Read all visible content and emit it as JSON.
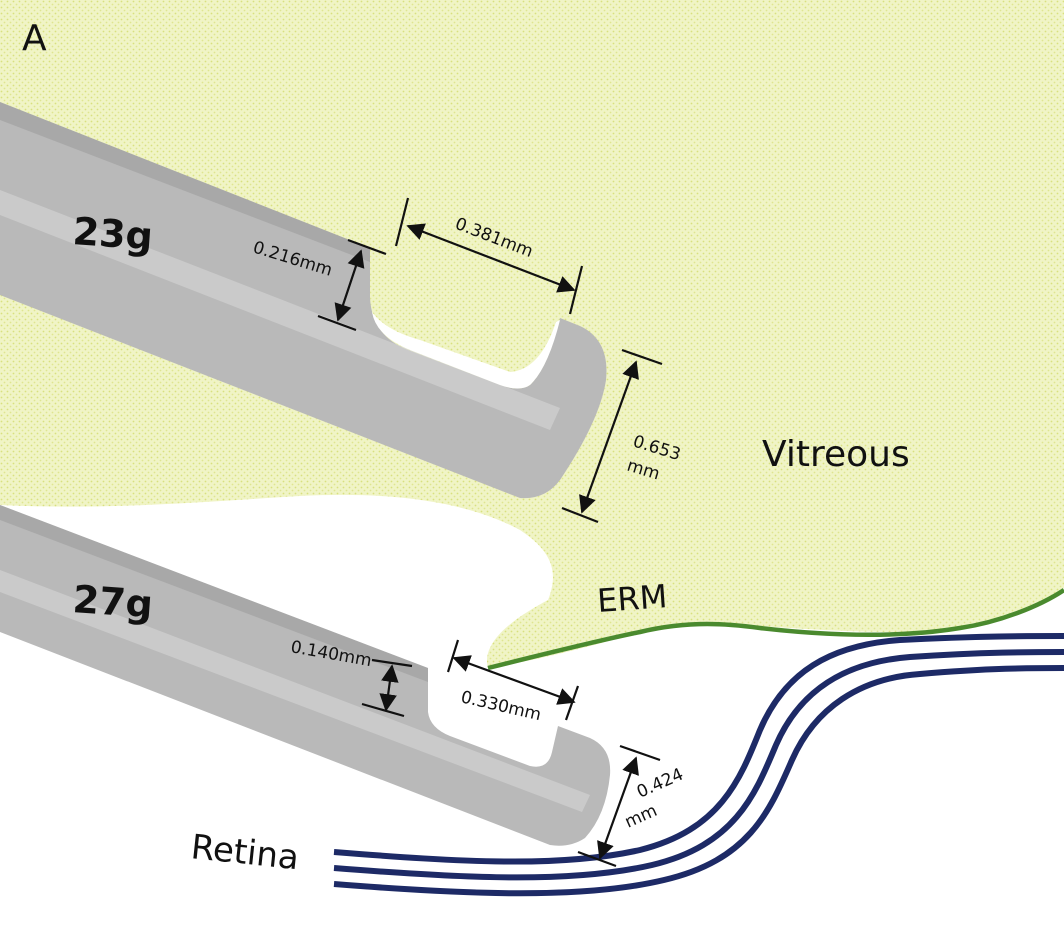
{
  "panel_label": "A",
  "probes": [
    {
      "gauge": "23g",
      "port_depth": "0.216mm",
      "port_width": "0.381mm",
      "tip_diameter_line1": "0.653",
      "tip_diameter_line2": "mm"
    },
    {
      "gauge": "27g",
      "port_depth": "0.140mm",
      "port_width": "0.330mm",
      "tip_diameter_line1": "0.424",
      "tip_diameter_line2": "mm"
    }
  ],
  "tissues": {
    "vitreous": "Vitreous",
    "erm": "ERM",
    "retina": "Retina"
  },
  "colors": {
    "vitreous": "#f0f4c6",
    "vitreous_dots": "#d9e07e",
    "probe_light": "#c8c8c8",
    "probe_dark": "#8c8c8c",
    "erm": "#4a8a2e",
    "retina": "#1d2a66"
  }
}
